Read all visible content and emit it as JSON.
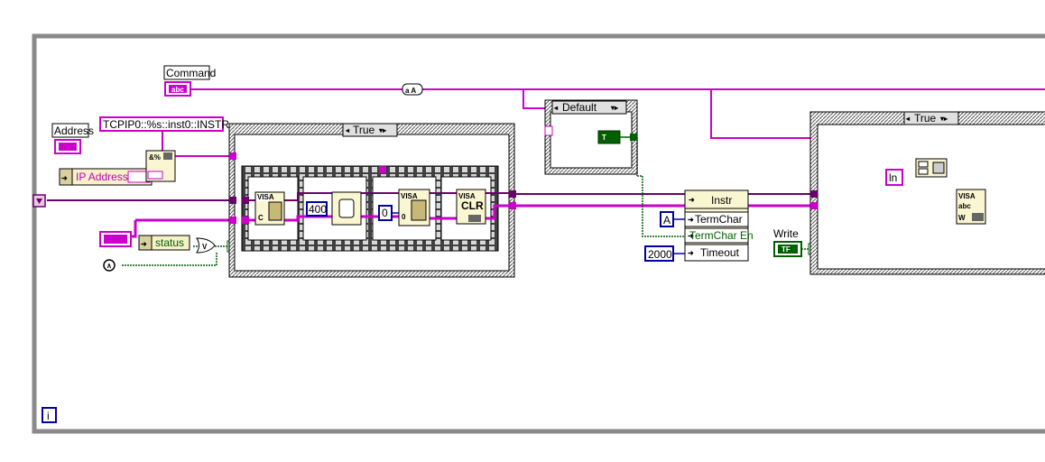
{
  "labels": {
    "command": "Command",
    "address": "Address",
    "ip_address": "IP Address",
    "status": "status",
    "write": "Write"
  },
  "constants": {
    "resource_format": "TCPIP0::%s::inst0::INSTR",
    "wait_ms": "400",
    "clear_input": "0",
    "termchar_value": "A",
    "timeout_value": "2000",
    "append_string": "ln"
  },
  "case_structures": {
    "outer_selector": "True",
    "default_selector": "Default",
    "write_selector": "True"
  },
  "bundle_node": {
    "title": "Instr",
    "fields": [
      "TermChar",
      "TermChar En",
      "Timeout"
    ]
  },
  "terminals": {
    "string_type": "abc",
    "bool_type": "TF",
    "bool_const": "T",
    "visa_label": "VISA",
    "clr_label": "CLR",
    "iteration": "i",
    "bool_out": "?"
  },
  "colors": {
    "string_wire": "#cc00cc",
    "visa_wire": "#6b006b",
    "bool_wire": "#006000",
    "numeric": "#0000a0",
    "frame": "#808080"
  }
}
